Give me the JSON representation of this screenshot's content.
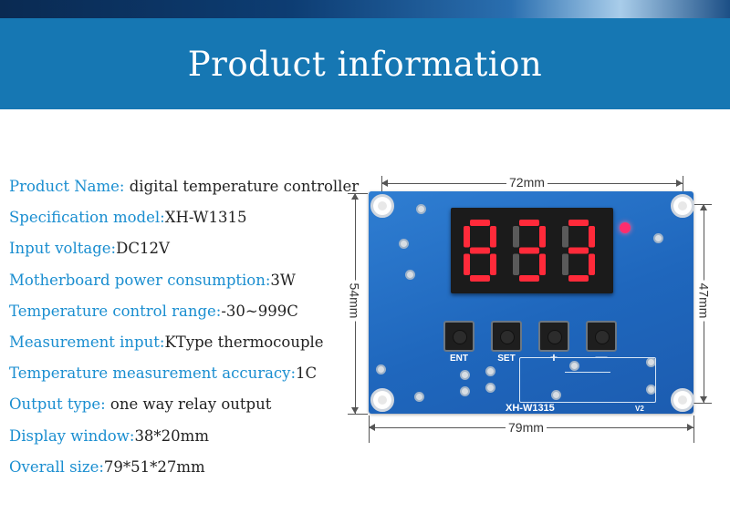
{
  "header": {
    "title": "Product information"
  },
  "specs": [
    {
      "label": "Product Name:",
      "value": " digital temperature controller"
    },
    {
      "label": "Specification model:",
      "value": "XH-W1315"
    },
    {
      "label": "Input voltage:",
      "value": "DC12V"
    },
    {
      "label": "Motherboard power consumption:",
      "value": "3W"
    },
    {
      "label": "Temperature control range:",
      "value": "-30~999C"
    },
    {
      "label": "Measurement input:",
      "value": "KType thermocouple"
    },
    {
      "label": "Temperature measurement accuracy:",
      "value": "1C"
    },
    {
      "label": "Output type:",
      "value": " one way relay output"
    },
    {
      "label": "Display window:",
      "value": "38*20mm"
    },
    {
      "label": "Overall size:",
      "value": "79*51*27mm"
    }
  ],
  "dimensions": {
    "top": "72mm",
    "bottom": "79mm",
    "left": "54mm",
    "right": "47mm"
  },
  "board": {
    "model": "XH-W1315",
    "v2": "V2",
    "buttons": [
      {
        "label": "ENT"
      },
      {
        "label": "SET"
      },
      {
        "label": "+"
      },
      {
        "label": "—"
      }
    ],
    "display_digits": [
      "8",
      "3",
      "3"
    ],
    "segment_on_color": "#ff2a3a",
    "segment_off_color": "#5a5a5a",
    "board_color": "#1f67bd",
    "header_color": "#1677b3",
    "label_color": "#1a8ed0"
  }
}
